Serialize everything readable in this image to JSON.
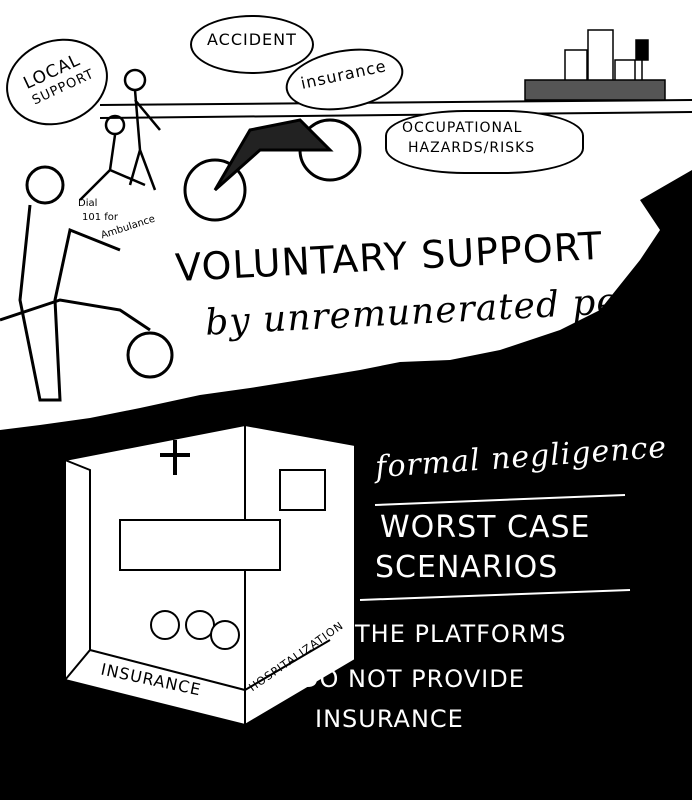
{
  "top_scene": {
    "bubble_local_support_line1": "LOCAL",
    "bubble_local_support_line2": "SUPPORT",
    "bubble_accident": "ACCIDENT",
    "bubble_insurance": "insurance",
    "occupational_line1": "OCCUPATIONAL",
    "occupational_line2": "HAZARDS/RISKS",
    "dial_line1": "Dial",
    "dial_line2": "101 for",
    "dial_line3": "Ambulance",
    "headline_line1": "VOLUNTARY SUPPORT",
    "headline_line2": "by unremunerated peers."
  },
  "bottom_scene": {
    "formal_negligence": "formal negligence",
    "worst_case_line1": "WORST CASE",
    "worst_case_line2": "SCENARIOS",
    "platforms_line1": "THE PLATFORMS",
    "platforms_line2": "DO NOT PROVIDE",
    "platforms_line3": "INSURANCE",
    "room_label_insurance": "INSURANCE",
    "room_label_hospitalization": "HOSPITALIZATION"
  },
  "colors": {
    "ink": "#000000",
    "paper": "#ffffff"
  }
}
